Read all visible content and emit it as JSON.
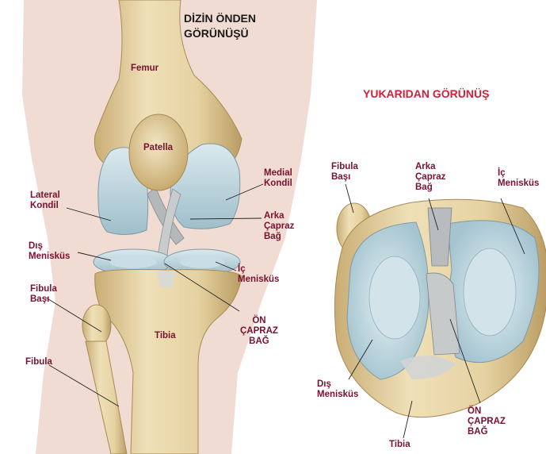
{
  "titles": {
    "front_line1": "DİZİN ÖNDEN",
    "front_line2": "GÖRÜNÜŞÜ",
    "top": "YUKARIDAN GÖRÜNÜŞ"
  },
  "front_labels": {
    "femur": "Femur",
    "patella": "Patella",
    "medial_kondil_1": "Medial",
    "medial_kondil_2": "Kondil",
    "lateral_kondil_1": "Lateral",
    "lateral_kondil_2": "Kondil",
    "arka_capraz_1": "Arka",
    "arka_capraz_2": "Çapraz",
    "arka_capraz_3": "Bağ",
    "dis_menisk_1": "Dış",
    "dis_menisk_2": "Menisküs",
    "ic_menisk_1": "İç",
    "ic_menisk_2": "Menisküs",
    "fibula_basi_1": "Fibula",
    "fibula_basi_2": "Başı",
    "tibia": "Tibia",
    "on_capraz_1": "ÖN",
    "on_capraz_2": "ÇAPRAZ",
    "on_capraz_3": "BAĞ",
    "fibula": "Fibula"
  },
  "top_labels": {
    "fibula_basi_1": "Fibula",
    "fibula_basi_2": "Başı",
    "arka_capraz_1": "Arka",
    "arka_capraz_2": "Çapraz",
    "arka_capraz_3": "Bağ",
    "ic_menisk_1": "İç",
    "ic_menisk_2": "Menisküs",
    "dis_menisk_1": "Dış",
    "dis_menisk_2": "Menisküs",
    "on_capraz_1": "ÖN",
    "on_capraz_2": "ÇAPRAZ",
    "on_capraz_3": "BAĞ",
    "tibia": "Tibia"
  },
  "colors": {
    "label": "#7a1030",
    "title_top": "#d0203a",
    "bone": "#e3cf9c",
    "cartilage": "#b9d3dc",
    "skin": "#f0dcd3"
  }
}
